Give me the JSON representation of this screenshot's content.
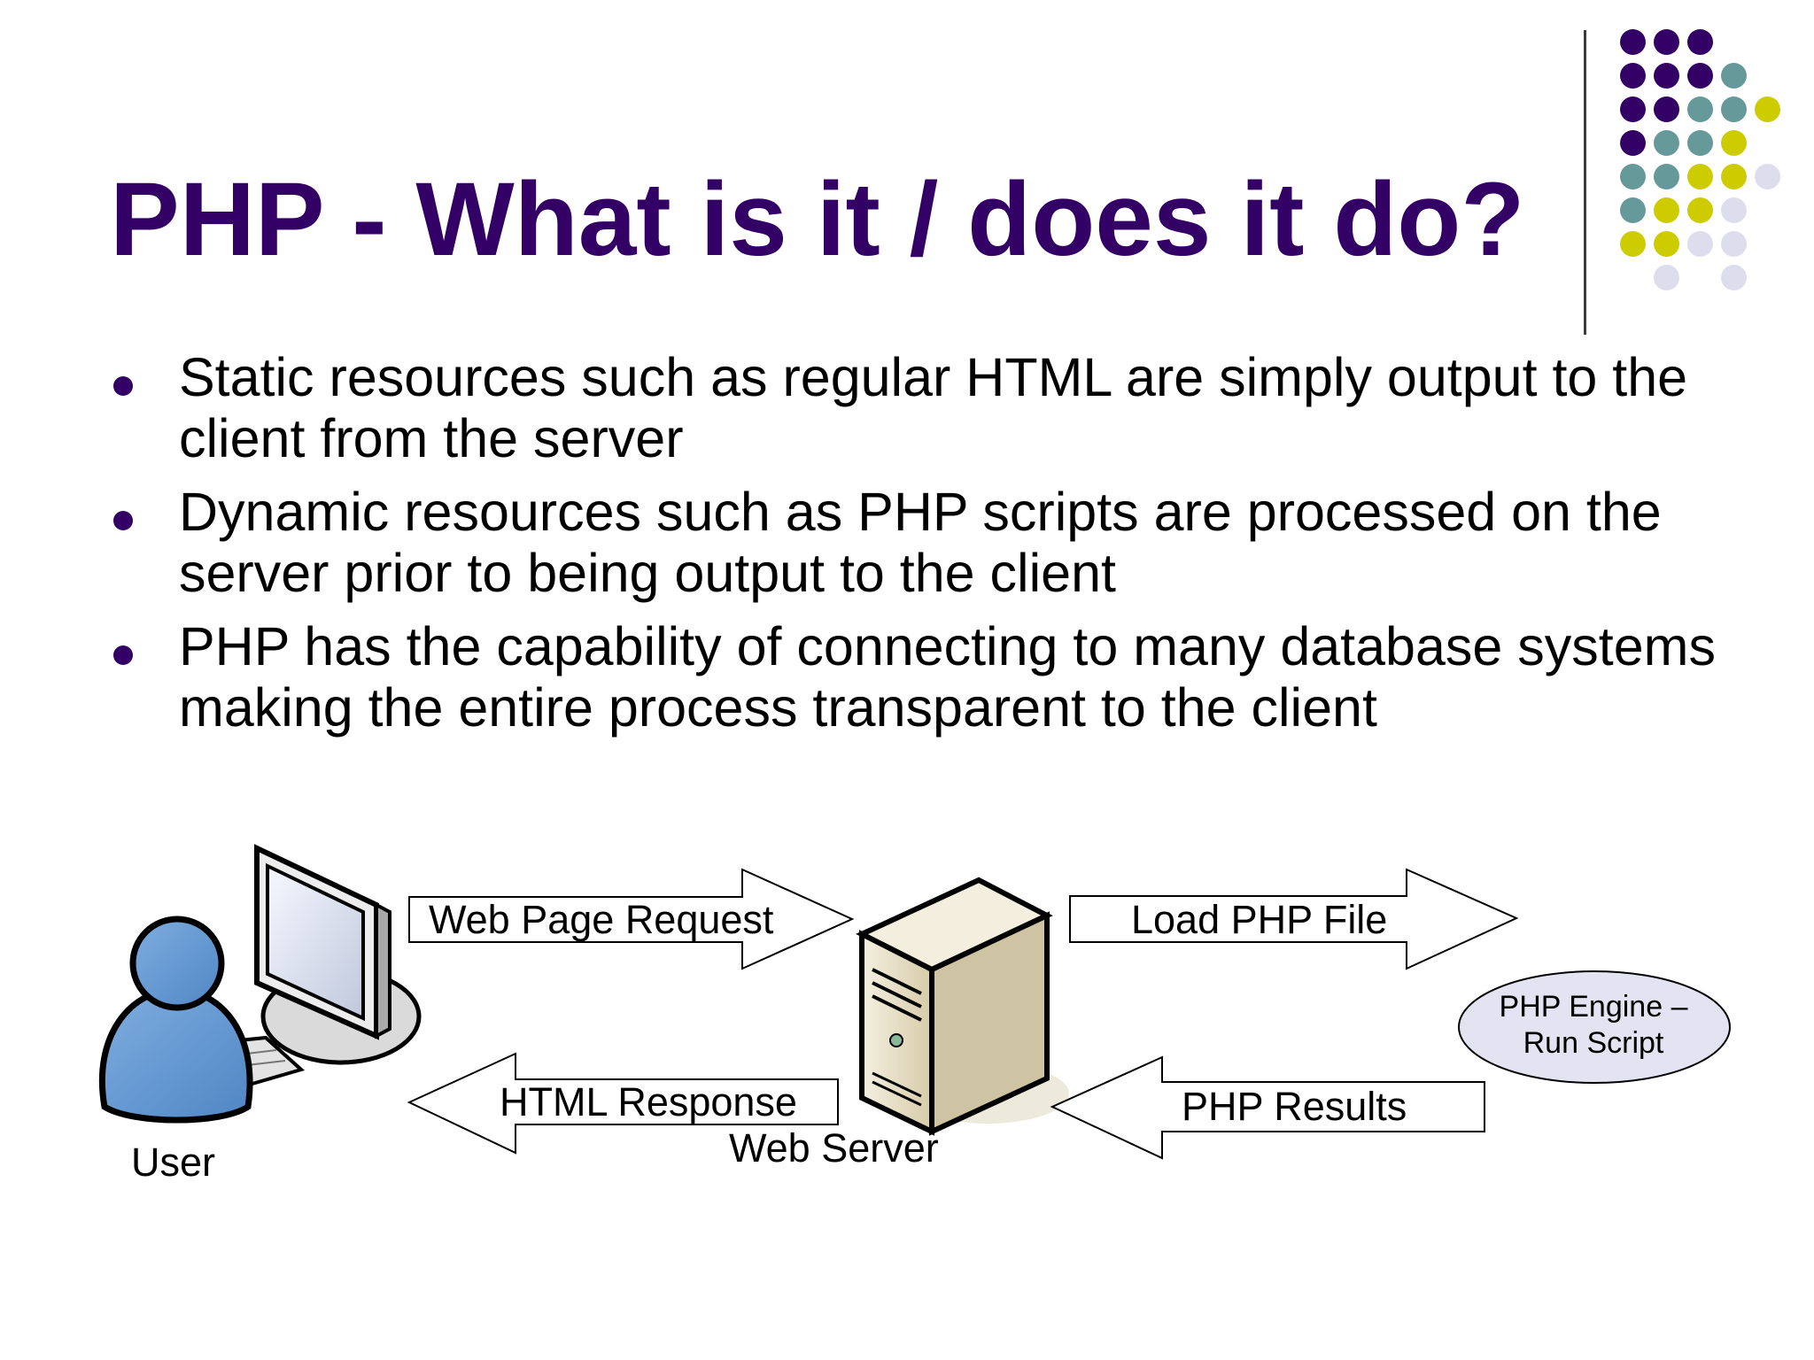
{
  "slide": {
    "title": "PHP - What is it / does it do?",
    "bullets": [
      "Static resources such as regular HTML are simply output to the client from the server",
      "Dynamic resources such as PHP scripts are processed on the server prior to being output to the client",
      "PHP has the capability of connecting to many database systems making the entire process transparent to the client"
    ]
  },
  "colors": {
    "title": "#330066",
    "dot_purple": "#330066",
    "dot_teal": "#669999",
    "dot_olive": "#CCCC00",
    "dot_lavender": "#DDDDEE",
    "engine_fill": "#E3E3F2"
  },
  "diagram": {
    "user_label": "User",
    "server_label": "Web Server",
    "request_label": "Web Page Request",
    "response_label": "HTML Response",
    "load_label": "Load PHP File",
    "results_label": "PHP Results",
    "engine_label_line1": "PHP Engine –",
    "engine_label_line2": "Run Script",
    "icons": [
      "user-icon",
      "computer-monitor-icon",
      "keyboard-icon",
      "server-tower-icon"
    ]
  }
}
